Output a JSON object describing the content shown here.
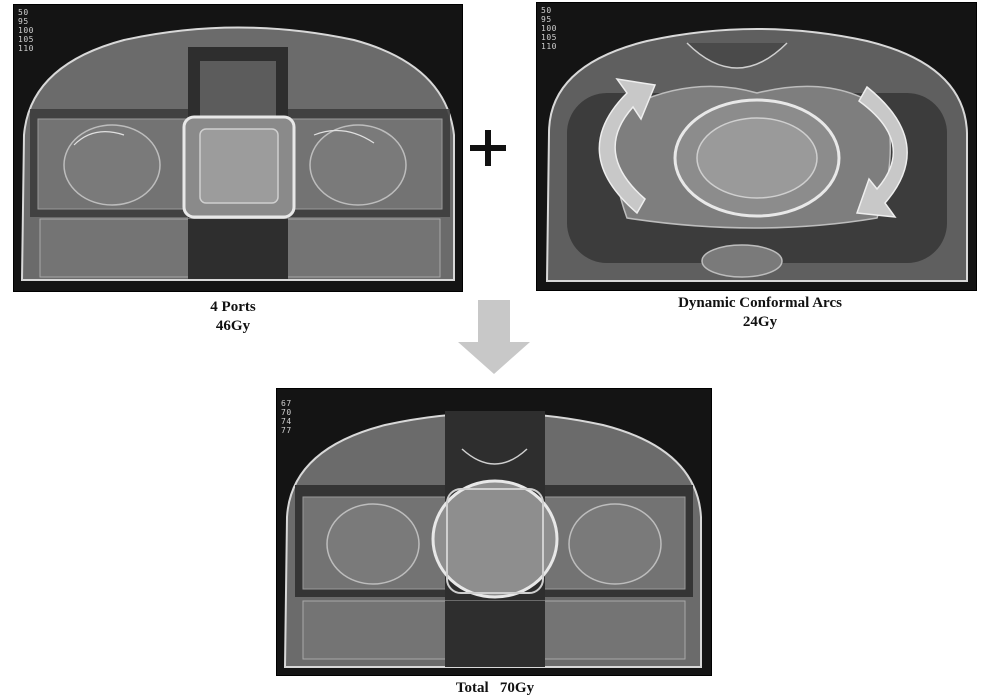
{
  "panels": {
    "four_ports": {
      "iso_labels": [
        "50",
        "95",
        "100",
        "105",
        "110"
      ],
      "caption_line1": "4 Ports",
      "caption_line2": "46Gy"
    },
    "arcs": {
      "iso_labels": [
        "50",
        "95",
        "100",
        "105",
        "110"
      ],
      "caption_line1": "Dynamic Conformal Arcs",
      "caption_line2": "24Gy"
    },
    "total": {
      "iso_labels": [
        "67",
        "70",
        "74",
        "77"
      ],
      "caption": "Total   70Gy"
    }
  },
  "operators": {
    "plus": "plus-sign",
    "arrow": "down-arrow"
  },
  "colors": {
    "background": "#ffffff",
    "panel_bg": "#141414",
    "body": "#6b6b6b",
    "beam": "#2e2e2e",
    "isodose": "#e8e8e8",
    "arrow": "#c8c8c8"
  }
}
